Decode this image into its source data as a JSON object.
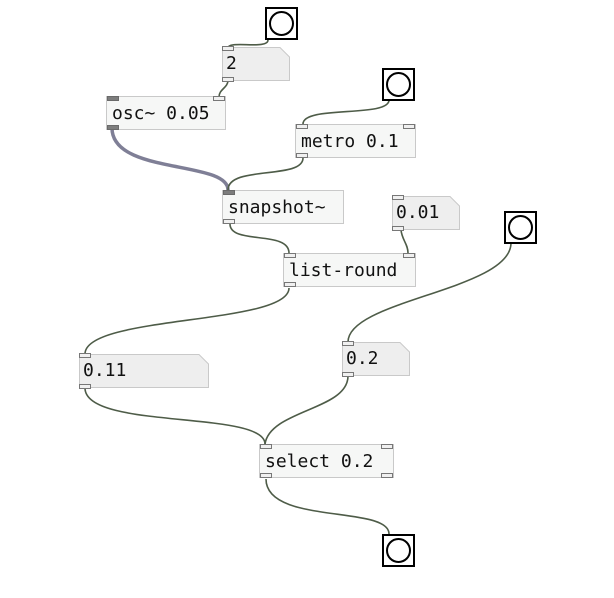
{
  "patch": {
    "objects": {
      "osc": "osc~ 0.05",
      "metro": "metro 0.1",
      "snapshot": "snapshot~",
      "list_round": "list-round",
      "select": "select 0.2"
    },
    "number_boxes": {
      "frequency": "2",
      "round_step": "0.01",
      "snapshot_value": "0.11",
      "select_arg": "0.2"
    },
    "colors": {
      "control_wire": "#4e5c48",
      "signal_wire": "#7f7f96",
      "object_fill": "#f6f7f6",
      "number_fill": "#eeeeee",
      "border": "#c9c9c9"
    }
  }
}
